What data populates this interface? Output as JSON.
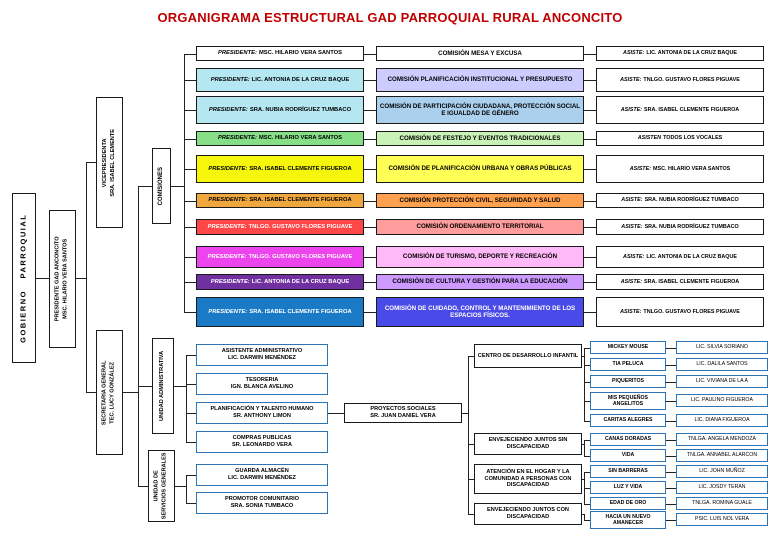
{
  "title": "ORGANIGRAMA ESTRUCTURAL GAD PARROQUIAL RURAL ANCONCITO",
  "spine": {
    "gobierno": "GOBIERNO PARROQUIAL",
    "presidente_gad": {
      "line1": "PRESIDENTE GAD ANCONCITO",
      "line2": "MSC. HILARIO VERA SANTOS"
    },
    "vicepresidenta": {
      "line1": "VICEPRESIDENTA",
      "line2": "SRA. ISABEL CLEMENTE"
    },
    "secretaria": {
      "line1": "SECRETARIA GENERAL",
      "line2": "TEC. LUCY GONZÁLEZ"
    },
    "comisiones_label": "COMISIONES",
    "unidad_administrativa_label": "UNIDAD ADMINISTRATIVA",
    "unidad_servicios": {
      "line1": "UNIDAD DE",
      "line2": "SERVICIOS GENERALES"
    }
  },
  "commissions": [
    {
      "presidente_label": "PRESIDENTE:",
      "presidente_name": "MSC. HILARIO VERA SANTOS",
      "presidente_bg": "#ffffff",
      "presidente_fg": "#000000",
      "comision": "COMISIÓN MESA Y EXCUSA",
      "comision_bg": "#ffffff",
      "comision_fg": "#000000",
      "asiste_label": "ASISTE:",
      "asiste_name": "LIC. ANTONIA DE LA CRUZ BAQUE"
    },
    {
      "presidente_label": "PRESIDENTE:",
      "presidente_name": "LIC. ANTONIA DE LA CRUZ BAQUE",
      "presidente_bg": "#b5e7f3",
      "presidente_fg": "#000000",
      "comision": "COMISIÓN PLANIFICACIÓN INSTITUCIONAL Y PRESUPUESTO",
      "comision_bg": "#ccccff",
      "comision_fg": "#000000",
      "asiste_label": "ASISTE:",
      "asiste_name": "TNLGO. GUSTAVO FLORES PIGUAVE"
    },
    {
      "presidente_label": "PRESIDENTE:",
      "presidente_name": "SRA. NUBIA RODRÍGUEZ TUMBACO",
      "presidente_bg": "#b5e7f3",
      "presidente_fg": "#000000",
      "comision": "COMISIÓN DE PARTICIPACIÓN CIUDADANA, PROTECCIÓN SOCIAL E IGUALDAD DE GÉNERO",
      "comision_bg": "#abd0ee",
      "comision_fg": "#000000",
      "asiste_label": "ASISTE:",
      "asiste_name": "SRA. ISABEL CLEMENTE FIGUEROA"
    },
    {
      "presidente_label": "PRESIDENTE:",
      "presidente_name": "MSC. HILARIO VERA SANTOS",
      "presidente_bg": "#86df86",
      "presidente_fg": "#000000",
      "comision": "COMISIÓN DE FESTEJO Y EVENTOS TRADICIONALES",
      "comision_bg": "#c9f2b7",
      "comision_fg": "#000000",
      "asiste_label": "ASISTEN",
      "asiste_name": "TODOS LOS VOCALES"
    },
    {
      "presidente_label": "PRESIDENTE:",
      "presidente_name": "SRA. ISABEL CLEMENTE FIGUEROA",
      "presidente_bg": "#f6f60c",
      "presidente_fg": "#000000",
      "comision": "COMISIÓN DE PLANIFICACIÓN URBANA Y OBRAS PÚBLICAS",
      "comision_bg": "#ffff55",
      "comision_fg": "#000000",
      "asiste_label": "ASISTE:",
      "asiste_name": "MSC. HILARIO VERA SANTOS"
    },
    {
      "presidente_label": "PRESIDENTE:",
      "presidente_name": "SRA. ISABEL CLEMENTE FIGUEROA",
      "presidente_bg": "#f0a73e",
      "presidente_fg": "#000000",
      "comision": "COMISIÓN PROTECCIÓN CIVIL, SEGURIDAD Y SALUD",
      "comision_bg": "#ffa14e",
      "comision_fg": "#000000",
      "asiste_label": "ASISTE:",
      "asiste_name": "SRA. NUBIA RODRÍGUEZ TUMBACO"
    },
    {
      "presidente_label": "PRESIDENTE:",
      "presidente_name": "TNLGO. GUSTAVO FLORES PIGUAVE",
      "presidente_bg": "#ff4747",
      "presidente_fg": "#ffffff",
      "comision": "COMISIÓN ORDENAMIENTO TERRITORIAL",
      "comision_bg": "#ff9c9c",
      "comision_fg": "#000000",
      "asiste_label": "ASISTE:",
      "asiste_name": "SRA. NUBIA RODRÍGUEZ TUMBACO"
    },
    {
      "presidente_label": "PRESIDENTE:",
      "presidente_name": "TNLGO. GUSTAVO FLORES PIGUAVE",
      "presidente_bg": "#ed45ed",
      "presidente_fg": "#ffffff",
      "comision": "COMISIÓN DE TURISMO, DEPORTE Y RECREACIÓN",
      "comision_bg": "#ffb9f8",
      "comision_fg": "#000000",
      "asiste_label": "ASISTE:",
      "asiste_name": "LIC. ANTONIA DE LA CRUZ BAQUE"
    },
    {
      "presidente_label": "PRESIDENTE:",
      "presidente_name": "LIC. ANTONIA DE LA CRUZ BAQUE",
      "presidente_bg": "#7030a0",
      "presidente_fg": "#ffffff",
      "comision": "COMISIÓN DE CULTURA Y GESTIÓN PARA LA EDUCACIÓN",
      "comision_bg": "#cc99ff",
      "comision_fg": "#000000",
      "asiste_label": "ASISTE:",
      "asiste_name": "SRA. ISABEL CLEMENTE FIGUEROA"
    },
    {
      "presidente_label": "PRESIDENTE:",
      "presidente_name": "SRA. ISABEL CLEMENTE FIGUEROA",
      "presidente_bg": "#1b7ac6",
      "presidente_fg": "#ffffff",
      "comision": "COMISIÓN DE CUIDADO, CONTROL Y MANTENIMIENTO DE LOS ESPACIOS FÍSICOS.",
      "comision_bg": "#4a4ae9",
      "comision_fg": "#ffffff",
      "asiste_label": "ASISTE:",
      "asiste_name": "TNLGO. GUSTAVO FLORES PIGUAVE"
    }
  ],
  "admin_units": [
    {
      "title": "ASISTENTE ADMINISTRATIVO",
      "name": "LIC. DARWIN MENÉNDEZ"
    },
    {
      "title": "TESORERIA",
      "name": "IGN. BLANCA AVELINO"
    },
    {
      "title": "PLANIFICACIÓN Y TALENTO HUMANO",
      "name": "SR. ANTHONY LIMON"
    },
    {
      "title": "COMPRAS PUBLICAS",
      "name": "SR. LEONARDO VERA"
    }
  ],
  "proyectos": {
    "title": "PROYECTOS SOCIALES",
    "name": "SR. JUAN DANIEL VERA"
  },
  "programs": [
    {
      "group": "CENTRO DE DESARROLLO INFANTIL",
      "items": [
        {
          "program": "MICKEY MOUSE",
          "staff": "LIC. SILVIA SORIANO"
        },
        {
          "program": "TIA PELUCA",
          "staff": "LIC. DALILA SANTOS"
        },
        {
          "program": "PIQUERITOS",
          "staff": "LIC. VIVIANA DE LA A"
        },
        {
          "program": "MIS PEQUEÑOS ANGELITOS",
          "staff": "LIC. PAULINO FIGUEROA"
        },
        {
          "program": "CARITAS ALEGRES",
          "staff": "LIC. DIANA FIGUEROA"
        }
      ]
    },
    {
      "group": "ENVEJECIENDO JUNTOS SIN DISCAPACIDAD",
      "items": [
        {
          "program": "CANAS DORADAS",
          "staff": "TNLGA. ANGELA MENDOZA"
        },
        {
          "program": "VIDA",
          "staff": "TNLGA. ANNABEL ALARCON"
        }
      ]
    },
    {
      "group": "ATENCIÓN EN EL HOGAR Y LA COMUNIDAD A PERSONAS CON DISCAPACIDAD",
      "items": [
        {
          "program": "SIN BARRERAS",
          "staff": "LIC. JOHN MUÑOZ"
        },
        {
          "program": "LUZ Y VIDA",
          "staff": "LIC. JOSDY TERAN"
        },
        {
          "program": "EDAD DE ORO",
          "staff": "TNLGA. ROMINA GUALE"
        }
      ]
    },
    {
      "group": "ENVEJECIENDO JUNTOS CON DISCAPACIDAD",
      "items": [
        {
          "program": "HACIA UN NUEVO AMANECER",
          "staff": "PSIC. LUIS NOL VERA"
        }
      ]
    }
  ],
  "services": [
    {
      "title": "GUARDA ALMACÉN",
      "name": "LIC. DARWIN MENÉNDEZ"
    },
    {
      "title": "PROMOTOR COMUNITARIO",
      "name": "SRA. SONIA TUMBACO"
    }
  ]
}
